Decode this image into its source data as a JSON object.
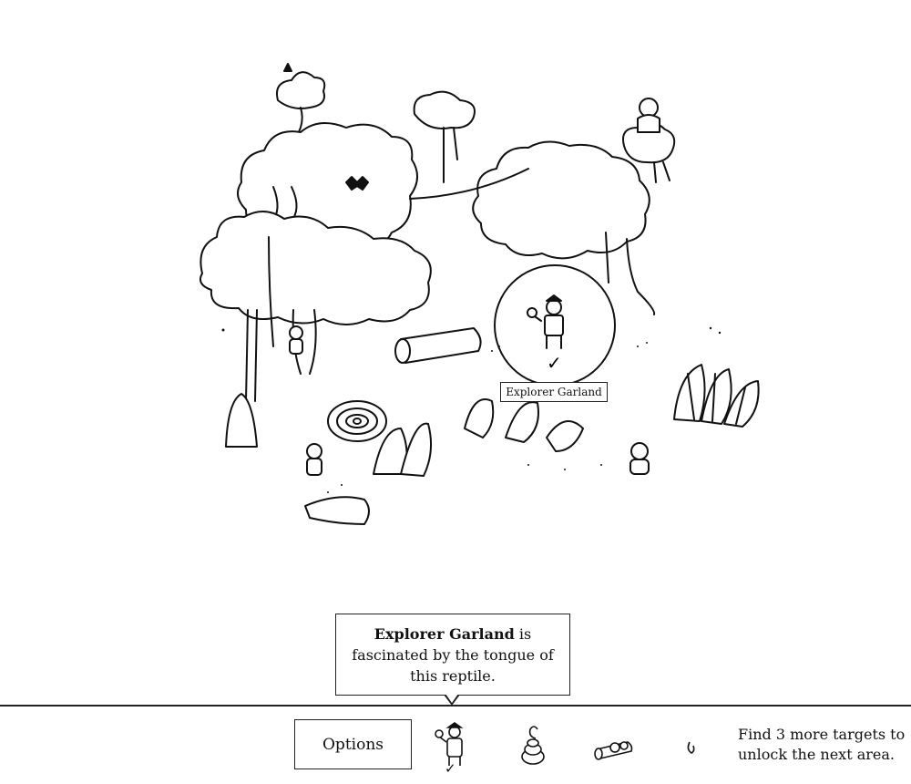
{
  "scene": {
    "found_label": "Explorer Garland",
    "found_mark": "✓"
  },
  "hint": {
    "name": "Explorer Garland",
    "text": "is fascinated by the tongue of this reptile."
  },
  "toolbar": {
    "options_label": "Options",
    "targets": [
      {
        "name": "Explorer Garland",
        "icon": "explorer-icon",
        "found": true,
        "check": "✓"
      },
      {
        "name": "coiled snake",
        "icon": "snake-icon",
        "found": false
      },
      {
        "name": "log creature",
        "icon": "log-icon",
        "found": false
      },
      {
        "name": "small leaf",
        "icon": "leaf-icon",
        "found": false
      }
    ],
    "status_text": "Find 3 more targets to unlock the next area."
  }
}
